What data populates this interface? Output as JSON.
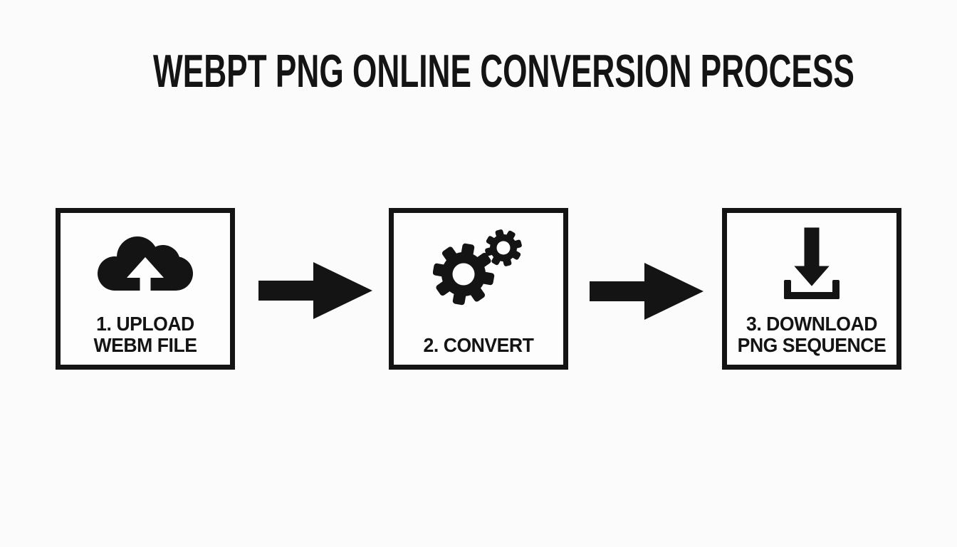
{
  "title": "WEBPT PNG ONLINE CONVERSION PROCESS",
  "colors": {
    "background": "#fbfbfb",
    "ink": "#141414",
    "box_fill": "#fdfdfd"
  },
  "steps": [
    {
      "id": "upload",
      "icon": "cloud-upload-icon",
      "lines": [
        "1. UPLOAD",
        "WEBM FILE"
      ]
    },
    {
      "id": "convert",
      "icon": "gears-icon",
      "lines": [
        "2. CONVERT"
      ]
    },
    {
      "id": "download",
      "icon": "download-icon",
      "lines": [
        "3. DOWNLOAD",
        "PNG SEQUENCE"
      ]
    }
  ],
  "connectors": [
    "arrow-right",
    "arrow-right"
  ]
}
